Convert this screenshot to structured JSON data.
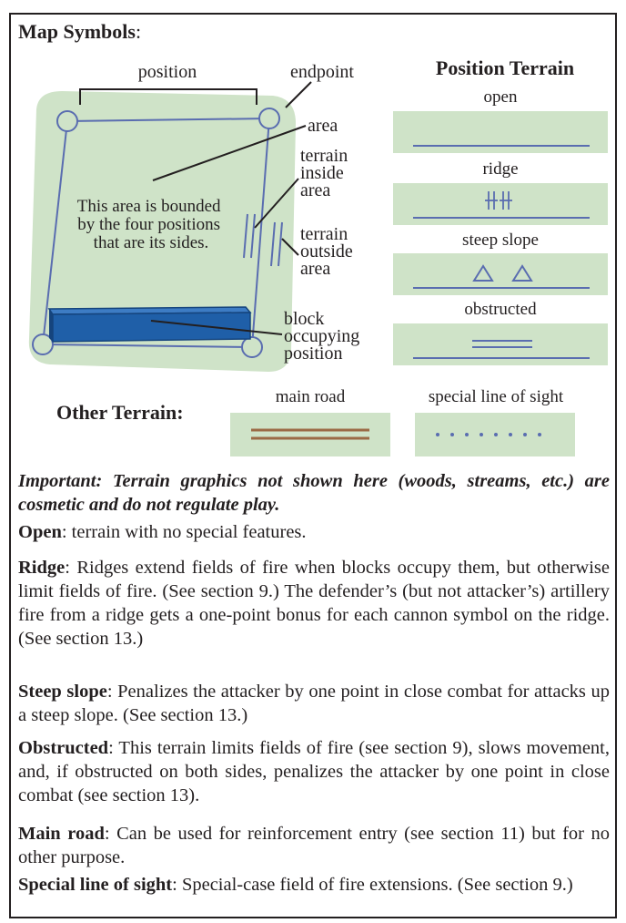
{
  "title": {
    "bold": "Map Symbols",
    "rest": ":"
  },
  "map": {
    "position": "position",
    "endpoint": "endpoint",
    "area": "area",
    "terrain_inside": [
      "terrain",
      "inside",
      "area"
    ],
    "terrain_outside": [
      "terrain",
      "outside",
      "area"
    ],
    "bounded_text": [
      "This area is bounded",
      "by the four positions",
      "that are its sides."
    ],
    "block": [
      "block",
      "occupying",
      "position"
    ]
  },
  "position_terrain": {
    "title": "Position Terrain",
    "items": [
      "open",
      "ridge",
      "steep slope",
      "obstructed"
    ]
  },
  "other_terrain": {
    "title": "Other Terrain:",
    "items": [
      "main road",
      "special line of sight"
    ]
  },
  "colors": {
    "green": "#cfe3c8",
    "line": "#5a6db0",
    "block": "#1f5fa8",
    "road": "#9b6a45"
  },
  "important": "Important: Terrain graphics not shown here (woods, streams, etc.) are cosmetic and do not regulate play.",
  "paragraphs": [
    {
      "term": "Open",
      "text": ": terrain with no special features."
    },
    {
      "term": "Ridge",
      "text": ": Ridges extend fields of fire when blocks occupy them, but otherwise limit fields of fire. (See section 9.) The defender’s (but not attacker’s) artillery fire from a ridge gets a one-point bonus for each cannon symbol on the ridge. (See section 13.)"
    },
    {
      "term": "Steep slope",
      "text": ": Penalizes the attacker by one point in close combat for attacks up a steep slope. (See section 13.)"
    },
    {
      "term": "Obstructed",
      "text": ": This terrain limits fields of fire (see section 9), slows movement, and, if obstructed on both sides, penalizes the attacker by one point in close combat (see section 13)."
    },
    {
      "term": "Main road",
      "text": ": Can be used for reinforcement entry (see section 11) but for no other purpose."
    },
    {
      "term": "Special line of sight",
      "text": ": Special-case field of fire extensions. (See section 9.)"
    }
  ]
}
